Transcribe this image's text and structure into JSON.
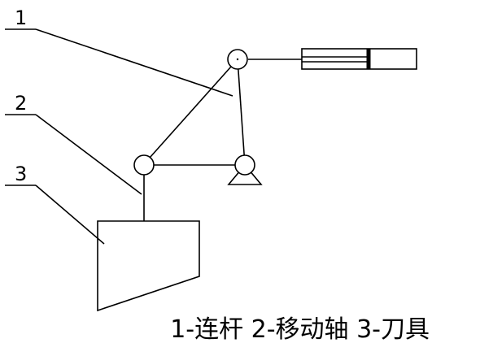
{
  "labels": {
    "one": "1",
    "two": "2",
    "three": "3"
  },
  "caption": "1-连杆 2-移动轴 3-刀具",
  "colors": {
    "line": "#000000",
    "background": "#ffffff"
  }
}
